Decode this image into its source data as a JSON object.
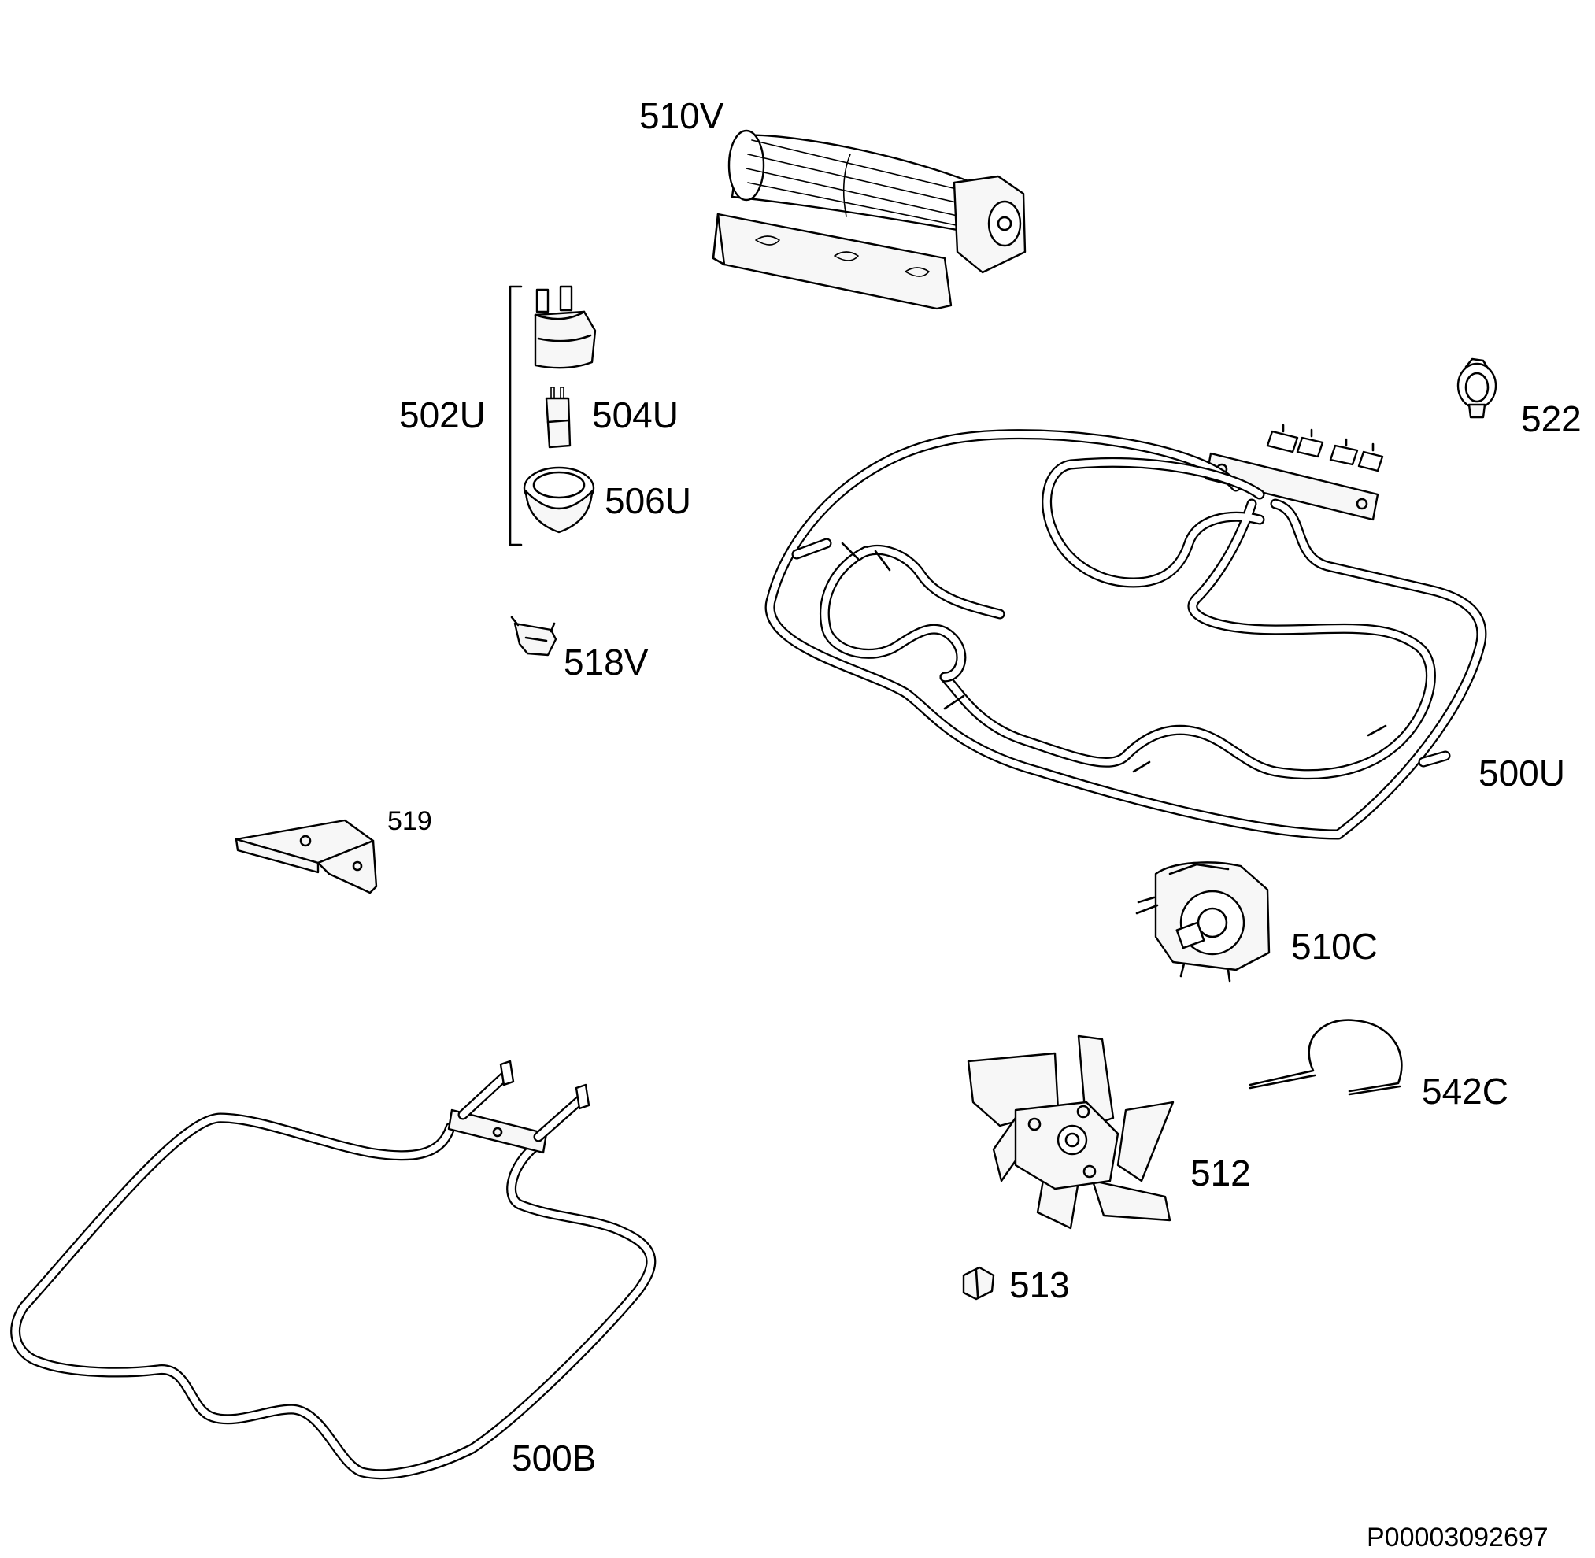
{
  "diagram": {
    "reference_code": "P00003092697",
    "parts": [
      {
        "id": "510v",
        "label": "510V"
      },
      {
        "id": "502u",
        "label": "502U"
      },
      {
        "id": "504u",
        "label": "504U"
      },
      {
        "id": "506u",
        "label": "506U"
      },
      {
        "id": "522",
        "label": "522"
      },
      {
        "id": "518v",
        "label": "518V"
      },
      {
        "id": "500u",
        "label": "500U"
      },
      {
        "id": "519",
        "label": "519"
      },
      {
        "id": "510c",
        "label": "510C"
      },
      {
        "id": "542c",
        "label": "542C"
      },
      {
        "id": "512",
        "label": "512"
      },
      {
        "id": "513",
        "label": "513"
      },
      {
        "id": "500b",
        "label": "500B"
      }
    ]
  }
}
